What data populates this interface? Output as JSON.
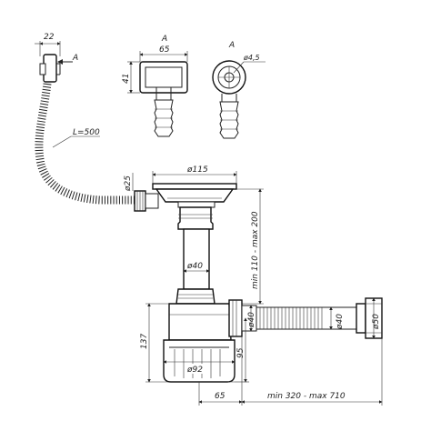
{
  "labels": {
    "dim_22": "22",
    "view_a_overflow": "A",
    "view_a_front": "A",
    "view_a_side": "A",
    "dim_65_top": "65",
    "dim_41": "41",
    "dim_d4_5": "ø4,5",
    "hose_length": "L=500",
    "dim_d25": "ø25",
    "dim_d115": "ø115",
    "dim_d40_vertical": "ø40",
    "dim_height_range": "min 110 - max 200",
    "dim_137": "137",
    "dim_d92": "ø92",
    "dim_95": "95",
    "dim_65_bottom": "65",
    "dim_length_range": "min 320 - max 710",
    "dim_d40_outlet": "ø40",
    "dim_d40_hose": "ø40",
    "dim_d50": "ø50"
  }
}
